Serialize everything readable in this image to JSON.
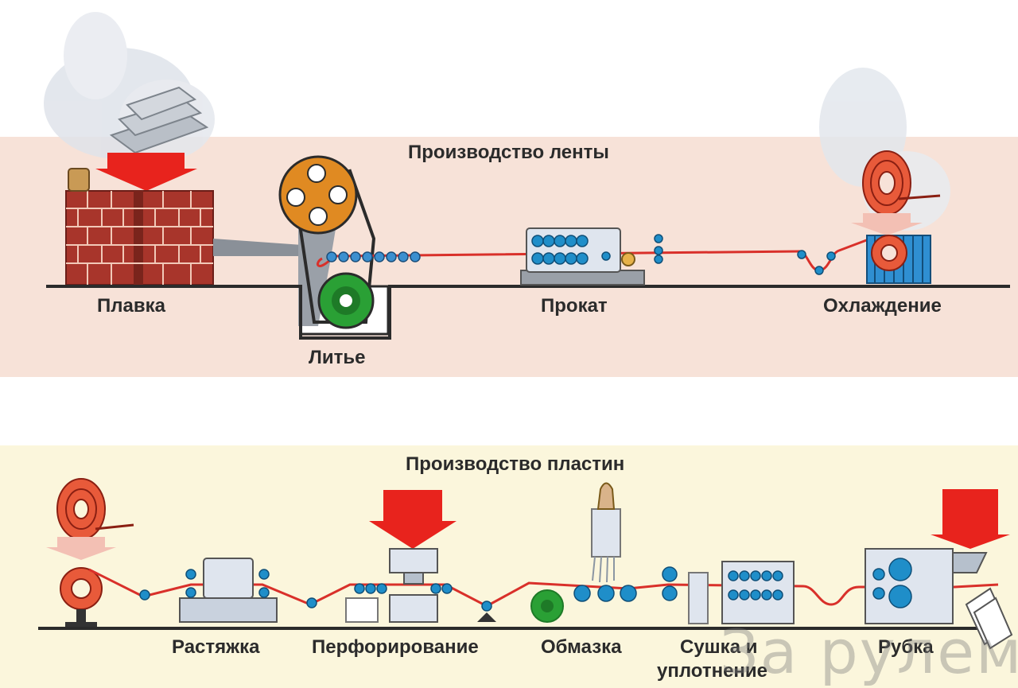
{
  "tape_section": {
    "title": "Производство ленты",
    "stages": {
      "melting": "Плавка",
      "casting": "Литье",
      "rolling": "Прокат",
      "cooling": "Охлаждение"
    }
  },
  "plates_section": {
    "title": "Производство пластин",
    "stages": {
      "stretching": "Растяжка",
      "perforation": "Перфорирование",
      "coating": "Обмазка",
      "drying_line1": "Сушка и",
      "drying_line2": "уплотнение",
      "cutting": "Рубка"
    }
  },
  "watermark": "За рулем",
  "colors": {
    "tape_bg": "#f7e2d8",
    "plates_bg": "#fbf6dc",
    "strip": "#d9302a",
    "arrow": "#e8231d",
    "brick": "#a8352b",
    "roller_blue": "#1f8ec9",
    "drum_green": "#2aa035"
  }
}
